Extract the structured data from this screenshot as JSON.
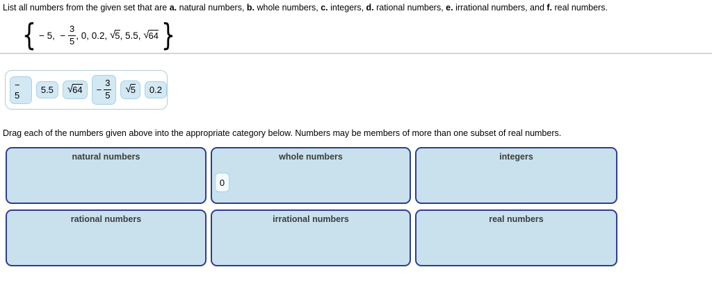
{
  "header": {
    "intro": "List all numbers from the given set that are ",
    "items": [
      {
        "letter": "a.",
        "text": " natural numbers, "
      },
      {
        "letter": "b.",
        "text": " whole numbers, "
      },
      {
        "letter": "c.",
        "text": " integers, "
      },
      {
        "letter": "d.",
        "text": " rational numbers, "
      },
      {
        "letter": "e.",
        "text": " irrational numbers, and "
      },
      {
        "letter": "f.",
        "text": " real numbers."
      }
    ]
  },
  "set_expression": {
    "open_brace": "{",
    "part1": "− 5,  − ",
    "fraction": {
      "numerator": "3",
      "denominator": "5"
    },
    "part2": ", 0, 0.2, ",
    "sqrt1": {
      "radical": "√",
      "radicand": "5"
    },
    "part3": ", 5.5, ",
    "sqrt2": {
      "radical": "√",
      "radicand": "64"
    },
    "close_brace": "}"
  },
  "tray": {
    "chips": [
      {
        "label": "− 5"
      },
      {
        "label": "5.5"
      },
      {
        "radical": "√",
        "radicand": "64"
      },
      {
        "sign": "−",
        "num": "3",
        "den": "5"
      },
      {
        "radical": "√",
        "radicand": "5"
      },
      {
        "label": "0.2"
      }
    ]
  },
  "instruction": "Drag each of the numbers given above into the appropriate category below. Numbers may be members of more than one subset of real numbers.",
  "categories": [
    {
      "label": "natural numbers"
    },
    {
      "label": "whole numbers",
      "placed_chip": "0"
    },
    {
      "label": "integers"
    },
    {
      "label": "rational numbers"
    },
    {
      "label": "irrational numbers"
    },
    {
      "label": "real numbers"
    }
  ],
  "colors": {
    "chip_bg": "#d2e8f3",
    "chip_border": "#a6d2e6",
    "box_bg": "#c8e1ed",
    "box_border": "#2f3c8e",
    "tray_border": "#b2cbd7",
    "divider": "#cdd6db",
    "category_label_text": "#3d3d3d"
  }
}
